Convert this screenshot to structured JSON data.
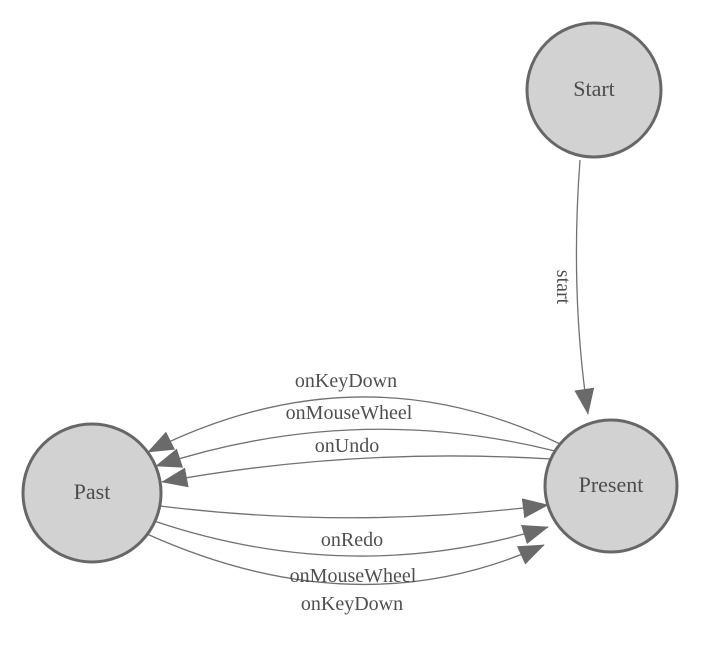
{
  "diagram": {
    "kind": "state-machine",
    "background": "#ffffff",
    "colors": {
      "node_fill": "#d2d2d2",
      "node_stroke": "#676767",
      "edge_stroke": "#717171",
      "arrow_fill": "#6a6a6a",
      "label_text": "#4f4f4f"
    },
    "nodes": [
      {
        "id": "start",
        "label": "Start"
      },
      {
        "id": "past",
        "label": "Past"
      },
      {
        "id": "present",
        "label": "Present"
      }
    ],
    "edges": [
      {
        "from": "start",
        "to": "present",
        "label": "start"
      },
      {
        "from": "present",
        "to": "past",
        "label": "onKeyDown"
      },
      {
        "from": "present",
        "to": "past",
        "label": "onMouseWheel"
      },
      {
        "from": "present",
        "to": "past",
        "label": "onUndo"
      },
      {
        "from": "past",
        "to": "present",
        "label": "onRedo"
      },
      {
        "from": "past",
        "to": "present",
        "label": "onMouseWheel"
      },
      {
        "from": "past",
        "to": "present",
        "label": "onKeyDown"
      }
    ]
  }
}
